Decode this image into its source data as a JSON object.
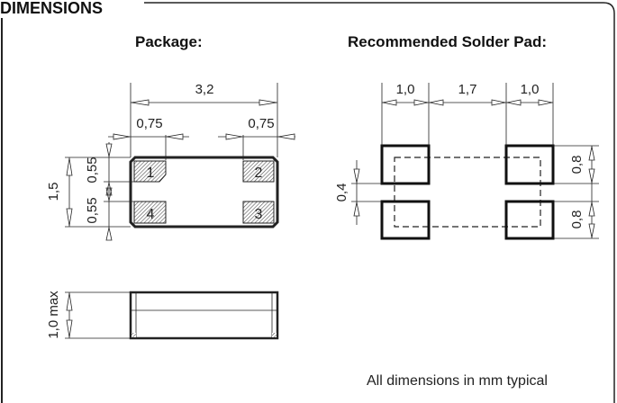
{
  "section_title": "DIMENSIONS",
  "package": {
    "heading": "Package:",
    "length": "3,2",
    "pad_width_left": "0,75",
    "pad_width_right": "0,75",
    "width": "1,5",
    "pad_height_top": "0,55",
    "pad_height_bottom": "0,55",
    "pins": [
      "1",
      "2",
      "3",
      "4"
    ],
    "height": "1,0 max"
  },
  "solder_pad": {
    "heading": "Recommended Solder Pad:",
    "pad_width_left": "1,0",
    "gap": "1,7",
    "pad_width_right": "1,0",
    "pad_height_top": "0,8",
    "pad_height_bottom": "0,8",
    "vertical_gap": "0,4"
  },
  "footnote": "All dimensions in mm typical"
}
